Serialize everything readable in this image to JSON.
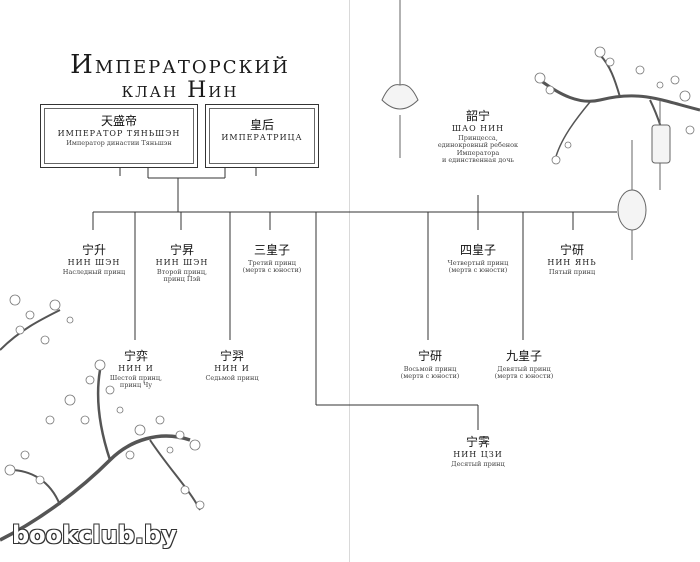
{
  "title": {
    "line1": "Императорский",
    "line2": "клан Нин"
  },
  "emperor": {
    "hanzi": "天盛帝",
    "name": "Император Тяньшэн",
    "desc": "Император династии Тяньшэн"
  },
  "empress": {
    "hanzi": "皇后",
    "name": "Императрица"
  },
  "princess": {
    "hanzi": "韶宁",
    "name": "Шао Нин",
    "desc": [
      "Принцесса,",
      "единокровный ребенок",
      "Императора",
      "и единственная дочь"
    ]
  },
  "children": [
    {
      "id": "c1",
      "hanzi": "宁升",
      "name": "Нин Шэн",
      "desc": [
        "Наследный принц"
      ]
    },
    {
      "id": "c2",
      "hanzi": "宁昇",
      "name": "Нин Шэн",
      "desc": [
        "Второй принц,",
        "принц Пэй"
      ]
    },
    {
      "id": "c3",
      "hanzi": "三皇子",
      "name": "",
      "desc": [
        "Третий принц",
        "(мертв с юности)"
      ]
    },
    {
      "id": "c4",
      "hanzi": "宁弈",
      "name": "Нин И",
      "desc": [
        "Шестой принц,",
        "принц Чу"
      ]
    },
    {
      "id": "c5",
      "hanzi": "宁羿",
      "name": "Нин И",
      "desc": [
        "Седьмой принц"
      ]
    },
    {
      "id": "c6",
      "hanzi": "四皇子",
      "name": "",
      "desc": [
        "Четвертый принц",
        "(мертв с юности)"
      ]
    },
    {
      "id": "c7",
      "hanzi": "宁研",
      "name": "Нин Янь",
      "desc": [
        "Пятый принц"
      ]
    },
    {
      "id": "c8",
      "hanzi": "宁研",
      "name": "",
      "desc": [
        "Восьмой принц",
        "(мертв с юности)"
      ]
    },
    {
      "id": "c9",
      "hanzi": "九皇子",
      "name": "",
      "desc": [
        "Девятый принц",
        "(мертв с юности)"
      ]
    },
    {
      "id": "c10",
      "hanzi": "宁霁",
      "name": "Нин Цзи",
      "desc": [
        "Десятый принц"
      ]
    }
  ],
  "watermark": "bookclub.by",
  "colors": {
    "line": "#333333",
    "ink": "#222222"
  }
}
